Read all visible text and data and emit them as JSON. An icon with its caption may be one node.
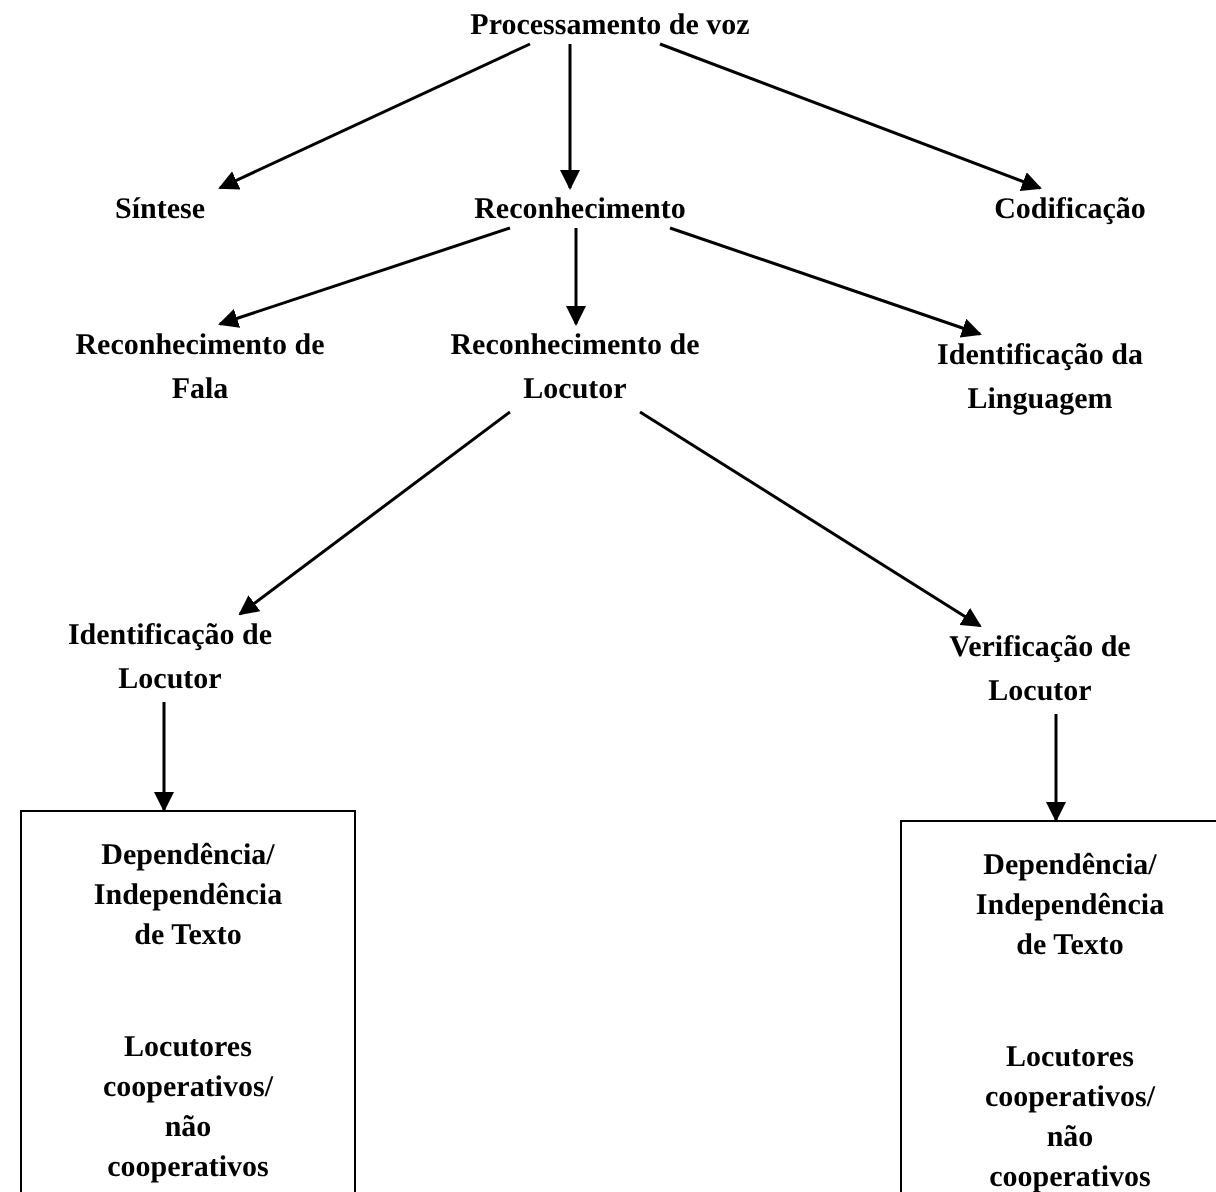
{
  "diagram": {
    "nodes": [
      {
        "text": [
          "Processamento de voz"
        ]
      },
      {
        "text": [
          "Síntese"
        ]
      },
      {
        "text": [
          "Reconhecimento"
        ]
      },
      {
        "text": [
          "Codificação"
        ]
      },
      {
        "text": [
          "Reconhecimento de Fala"
        ]
      },
      {
        "text": [
          "Reconhecimento de Locutor"
        ]
      },
      {
        "text": [
          "Identificação da Linguagem"
        ]
      },
      {
        "text": [
          "Identificação de Locutor"
        ]
      },
      {
        "text": [
          "Verificação de Locutor"
        ]
      },
      {
        "text": [
          "Dependência/ Independência de Texto",
          "Locutores cooperativos/ não cooperativos"
        ]
      },
      {
        "text": [
          "Dependência/ Independência de Texto",
          "Locutores cooperativos/ não cooperativos"
        ]
      }
    ],
    "edges": [
      {
        "from": 0,
        "to": 1,
        "arrow": "to"
      },
      {
        "from": 0,
        "to": 2,
        "arrow": "to"
      },
      {
        "from": 0,
        "to": 3,
        "arrow": "to"
      },
      {
        "from": 2,
        "to": 4,
        "arrow": "to"
      },
      {
        "from": 2,
        "to": 5,
        "arrow": "to"
      },
      {
        "from": 2,
        "to": 6,
        "arrow": "to"
      },
      {
        "from": 5,
        "to": 7,
        "arrow": "to"
      },
      {
        "from": 5,
        "to": 8,
        "arrow": "to"
      },
      {
        "from": 7,
        "to": 9,
        "arrow": "to"
      },
      {
        "from": 8,
        "to": 10,
        "arrow": "to"
      }
    ]
  }
}
